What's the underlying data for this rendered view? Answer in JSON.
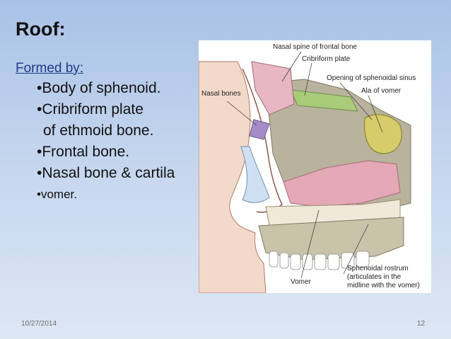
{
  "slide": {
    "title": "Roof:",
    "subtitle": "Formed by:",
    "bullets": [
      {
        "line1": "•Body of sphenoid."
      },
      {
        "line1": "•Cribriform plate",
        "line2": "of ethmoid bone."
      },
      {
        "line1": "•Frontal bone."
      },
      {
        "line1": "•Nasal bone & cartila"
      },
      {
        "line1": "•vomer."
      }
    ],
    "footer": {
      "date": "10/27/2014",
      "page": "12"
    }
  },
  "figure": {
    "labels": {
      "nasal_spine": "Nasal spine of frontal bone",
      "cribriform": "Cribriform plate",
      "sphenoidal_sinus": "Opening of sphenoidal sinus",
      "nasal_bones": "Nasal bones",
      "ala_vomer": "Ala of vomer",
      "rostrum1": "Sphenoidal rostrum",
      "rostrum2": "(articulates in the",
      "rostrum3": "midline with the vomer)",
      "vomer": "Vomer"
    }
  }
}
